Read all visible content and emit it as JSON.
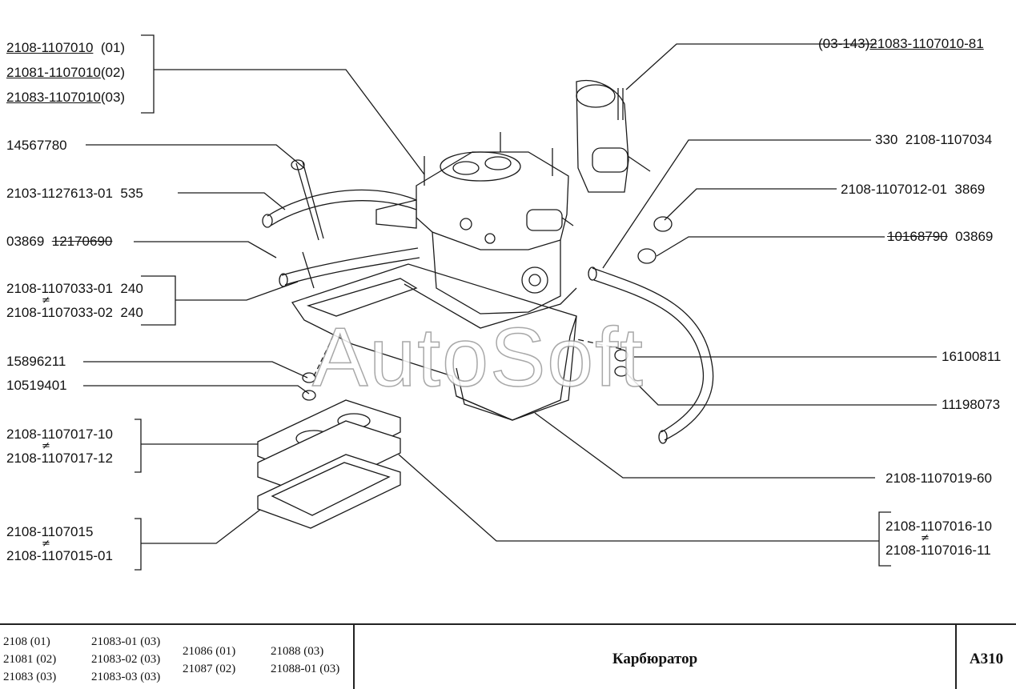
{
  "title": "Карбюратор",
  "page_code": "A310",
  "watermark": "AutoSoft",
  "not_equal_sign": "≠",
  "labels_left": {
    "carb_1": {
      "num": "2108-1107010",
      "suffix": "  (01)"
    },
    "carb_2": {
      "num": "21081-1107010",
      "suffix": "(02)"
    },
    "carb_3": {
      "num": "21083-1107010",
      "suffix": "(03)"
    },
    "l_14567780": "14567780",
    "l_2103_1127613": "2103-1127613-01  535",
    "l_03869_a": "03869  ",
    "l_12170690": "12170690",
    "l_2108_1107033_01": "2108-1107033-01  240",
    "l_2108_1107033_02": "2108-1107033-02  240",
    "l_15896211": "15896211",
    "l_10519401": "10519401",
    "l_2108_1107017_10": "2108-1107017-10",
    "l_2108_1107017_12": "2108-1107017-12",
    "l_2108_1107015": "2108-1107015",
    "l_2108_1107015_01": "2108-1107015-01"
  },
  "labels_right": {
    "r_03_143_prefix": "(03-143)",
    "r_21083_1107010_81": "21083-1107010-81",
    "r_330": "330  2108-1107034",
    "r_2108_1107012": "2108-1107012-01  3869",
    "r_10168790": "10168790",
    "r_03869_b": "  03869",
    "r_16100811": "16100811",
    "r_11198073": "11198073",
    "r_2108_1107019": "2108-1107019-60",
    "r_2108_1107016_10": "2108-1107016-10",
    "r_2108_1107016_11": "2108-1107016-11"
  },
  "footer": {
    "col1": [
      "2108 (01)",
      "21081 (02)",
      "21083 (03)"
    ],
    "col2": [
      "21083-01 (03)",
      "21083-02 (03)",
      "21083-03 (03)"
    ],
    "col3": [
      "21086 (01)",
      "21087 (02)"
    ],
    "col4": [
      "21088 (03)",
      "21088-01 (03)"
    ]
  }
}
